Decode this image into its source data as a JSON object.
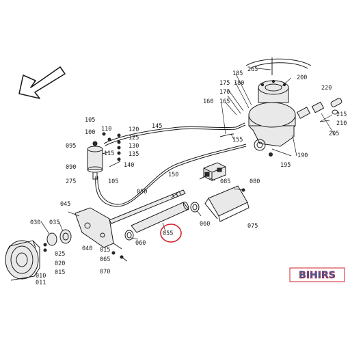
{
  "diagram": {
    "highlight_color": "#d0202a",
    "logo": {
      "text": "BIHIRS",
      "colors": {
        "fill": "#2f5fa8",
        "outline": "#d0202a"
      }
    },
    "labels": [
      {
        "id": "265",
        "text": "265"
      },
      {
        "id": "200",
        "text": "200"
      },
      {
        "id": "185",
        "text": "185"
      },
      {
        "id": "180",
        "text": "180"
      },
      {
        "id": "175",
        "text": "175"
      },
      {
        "id": "170",
        "text": "170"
      },
      {
        "id": "165",
        "text": "165"
      },
      {
        "id": "160",
        "text": "160"
      },
      {
        "id": "220",
        "text": "220"
      },
      {
        "id": "215",
        "text": "215"
      },
      {
        "id": "210",
        "text": "210"
      },
      {
        "id": "205",
        "text": "205"
      },
      {
        "id": "190",
        "text": "190"
      },
      {
        "id": "195",
        "text": "195"
      },
      {
        "id": "155",
        "text": "155"
      },
      {
        "id": "145",
        "text": "145"
      },
      {
        "id": "105a",
        "text": "105"
      },
      {
        "id": "110",
        "text": "110"
      },
      {
        "id": "100",
        "text": "100"
      },
      {
        "id": "095",
        "text": "095"
      },
      {
        "id": "120",
        "text": "120"
      },
      {
        "id": "125",
        "text": "125"
      },
      {
        "id": "130",
        "text": "130"
      },
      {
        "id": "135",
        "text": "135"
      },
      {
        "id": "115",
        "text": "115"
      },
      {
        "id": "140",
        "text": "140"
      },
      {
        "id": "090",
        "text": "090"
      },
      {
        "id": "275",
        "text": "275"
      },
      {
        "id": "105b",
        "text": "105"
      },
      {
        "id": "150",
        "text": "150"
      },
      {
        "id": "085",
        "text": "085"
      },
      {
        "id": "080",
        "text": "080"
      },
      {
        "id": "050",
        "text": "050"
      },
      {
        "id": "045",
        "text": "045"
      },
      {
        "id": "060a",
        "text": "060"
      },
      {
        "id": "075",
        "text": "075"
      },
      {
        "id": "030",
        "text": "030"
      },
      {
        "id": "035",
        "text": "035"
      },
      {
        "id": "055",
        "text": "055"
      },
      {
        "id": "040",
        "text": "040"
      },
      {
        "id": "060b",
        "text": "060"
      },
      {
        "id": "025",
        "text": "025"
      },
      {
        "id": "015a",
        "text": "015"
      },
      {
        "id": "065",
        "text": "065"
      },
      {
        "id": "020",
        "text": "020"
      },
      {
        "id": "015b",
        "text": "015"
      },
      {
        "id": "070",
        "text": "070"
      },
      {
        "id": "010",
        "text": "010"
      },
      {
        "id": "011",
        "text": "011"
      }
    ]
  }
}
